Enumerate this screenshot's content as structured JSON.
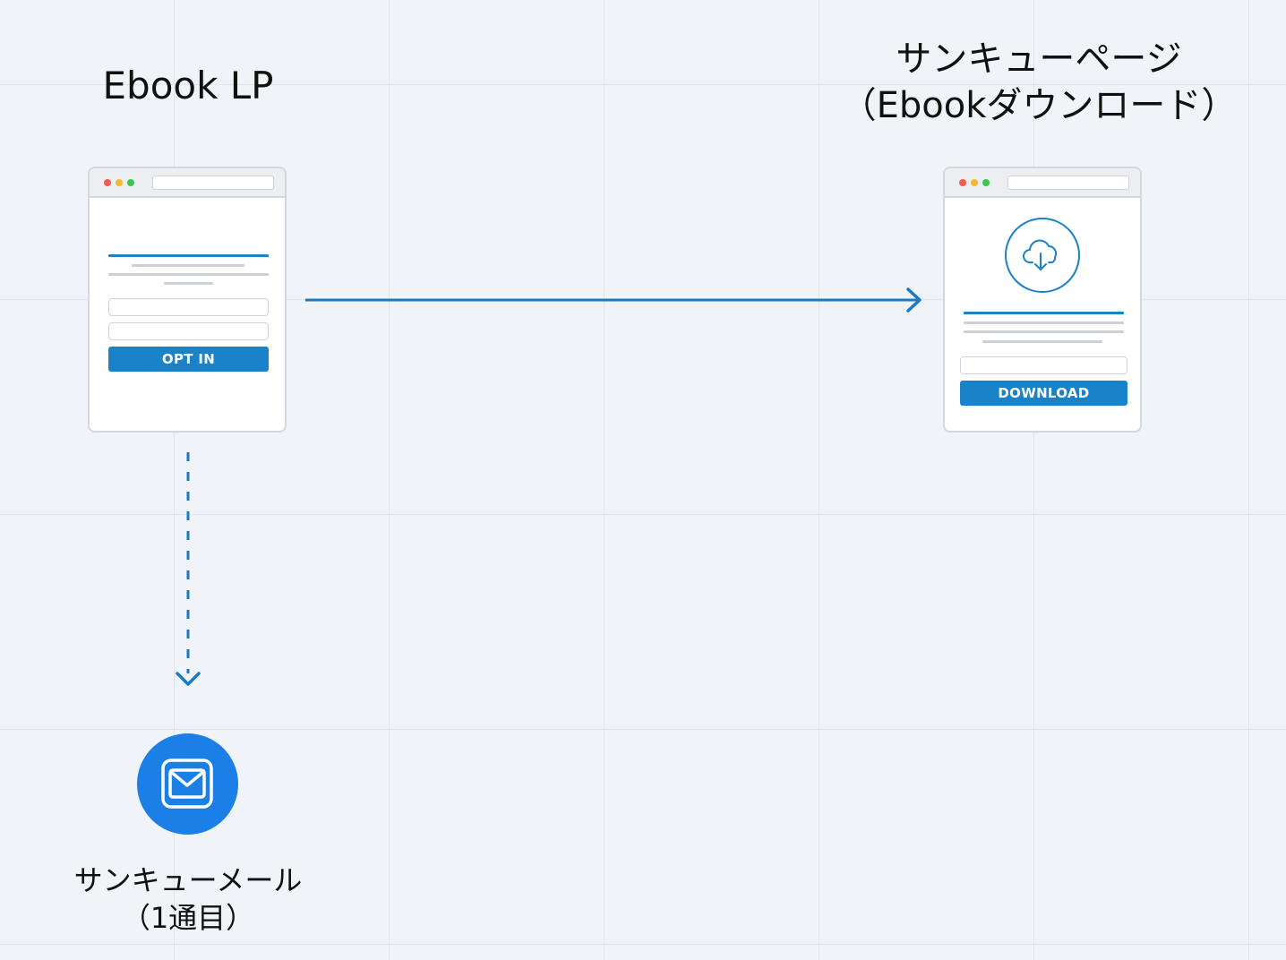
{
  "nodes": {
    "ebook_lp": {
      "title": "Ebook LP",
      "button_label": "OPT IN"
    },
    "thank_you_page": {
      "title_line1": "サンキューページ",
      "title_line2": "（Ebookダウンロード）",
      "button_label": "DOWNLOAD",
      "icon": "cloud-download-icon"
    },
    "thank_you_mail": {
      "title_line1": "サンキューメール",
      "title_line2": "（1通目）",
      "icon": "mail-icon"
    }
  },
  "edges": [
    {
      "from": "ebook_lp",
      "to": "thank_you_page",
      "style": "solid"
    },
    {
      "from": "ebook_lp",
      "to": "thank_you_mail",
      "style": "dashed"
    }
  ],
  "colors": {
    "background": "#f0f3f8",
    "grid": "#e1e5eb",
    "accent": "#1a82c8",
    "mail_node": "#1a7fe6"
  }
}
